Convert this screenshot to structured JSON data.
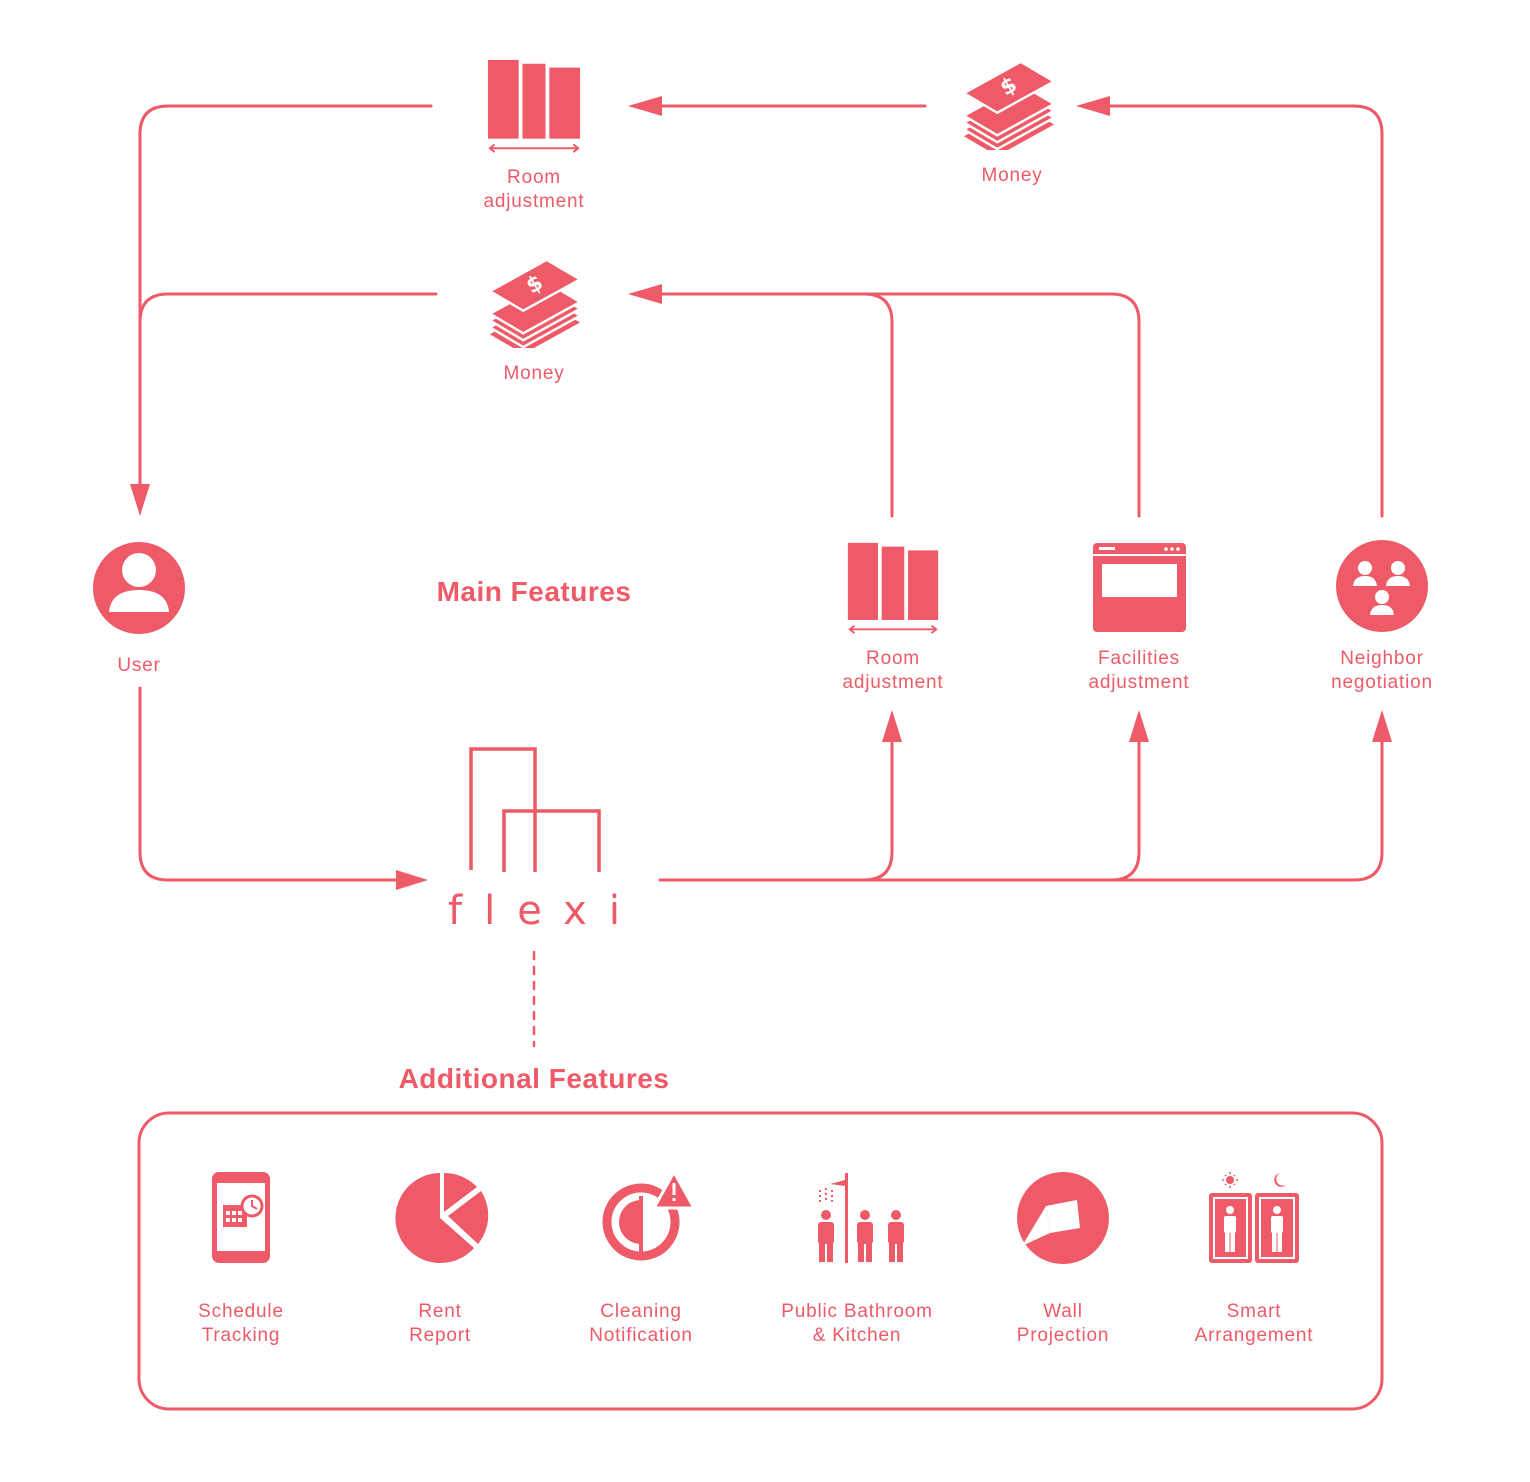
{
  "colors": {
    "accent": "#ee5a67",
    "background": "#ffffff"
  },
  "top_flow": {
    "room_adjustment": {
      "line1": "Room",
      "line2": "adjustment",
      "icon": "room-adjust-icon"
    },
    "money_top": {
      "label": "Money",
      "icon": "money-stack-icon"
    },
    "money_mid": {
      "label": "Money",
      "icon": "money-stack-icon"
    }
  },
  "main": {
    "heading": "Main Features",
    "user": {
      "label": "User",
      "icon": "user-icon"
    },
    "brand": {
      "name": "flexi",
      "icon": "flexi-logo-icon"
    },
    "features": [
      {
        "line1": "Room",
        "line2": "adjustment",
        "icon": "room-adjust-icon"
      },
      {
        "line1": "Facilities",
        "line2": "adjustment",
        "icon": "facilities-window-icon"
      },
      {
        "line1": "Neighbor",
        "line2": "negotiation",
        "icon": "neighbor-group-icon"
      }
    ]
  },
  "additional": {
    "heading": "Additional Features",
    "items": [
      {
        "line1": "Schedule",
        "line2": "Tracking",
        "icon": "schedule-phone-icon"
      },
      {
        "line1": "Rent",
        "line2": "Report",
        "icon": "pie-chart-icon"
      },
      {
        "line1": "Cleaning",
        "line2": "Notification",
        "icon": "cleaning-alert-icon"
      },
      {
        "line1": "Public Bathroom",
        "line2": "& Kitchen",
        "icon": "shared-bathroom-icon"
      },
      {
        "line1": "Wall",
        "line2": "Projection",
        "icon": "projection-icon"
      },
      {
        "line1": "Smart",
        "line2": "Arrangement",
        "icon": "smart-arrangement-icon"
      }
    ]
  }
}
